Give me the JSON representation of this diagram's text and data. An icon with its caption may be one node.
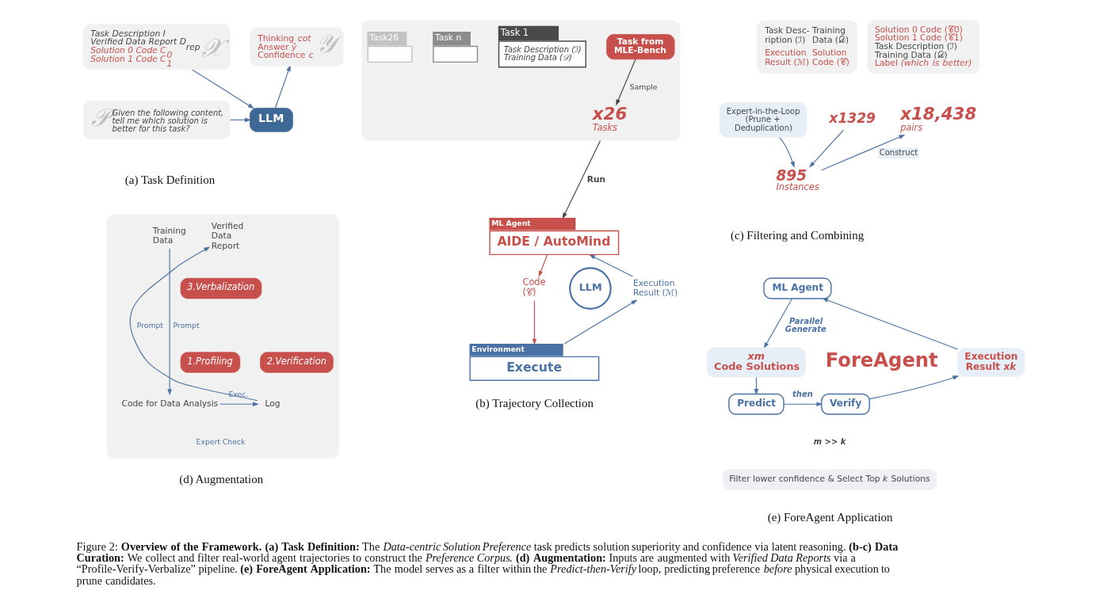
{
  "diagram": {
    "caption": "Figure 2: **Overview of the Framework.** **(a) Task Definition:** The *Data-centric Solution Preference* task predicts solution superiority and confidence via latent reasoning. **(b-c) Data Curation:** We collect and filter real-world agent trajectories to construct the *Preference Corpus*. **(d) Augmentation:** Inputs are augmented with *Verified Data Reports* via a “Profile-Verify-Verbalize” pipeline. **(e) ForeAgent Application:** The model serves as a filter within the *Predict-then-Verify* loop, predicting preference *before* physical execution to prune candidates.",
    "nodes": [
      {
        "text": [
          "Task Description I",
          "Verified Data Report D$_{rep}$",
          "Solution 0 Code C$_{0}$",
          "Solution 1 Code C$_{1}$",
          "𝒳"
        ]
      },
      {
        "text": [
          "Thinking *cot*",
          "Answer *ŷ*",
          "Confidence *c*",
          "𝒴"
        ]
      },
      {
        "text": [
          "𝒫",
          "Given the following content, tell me which solution is better for this task?"
        ]
      },
      {
        "text": [
          "LLM"
        ]
      },
      {
        "text": [],
        "shape": "box"
      },
      {
        "text": [
          "Task26"
        ],
        "in": 4
      },
      {
        "text": [
          "Task n"
        ],
        "in": 4
      },
      {
        "text": [
          "Task 1",
          "Task Description (ℐ)",
          "Training Data (𝒟)"
        ],
        "in": 4
      },
      {
        "text": [
          "Task from MLE-Bench"
        ],
        "in": 4
      },
      {
        "text": [
          "x26",
          "Tasks"
        ],
        "in": 4
      },
      {
        "text": [
          "ML Agent",
          "AIDE / AutoMind"
        ]
      },
      {
        "text": [
          "Code (𝒞)"
        ]
      },
      {
        "text": [
          "LLM"
        ]
      },
      {
        "text": [
          "Execution Result (ℳ)"
        ]
      },
      {
        "text": [
          "Environment",
          "Execute"
        ]
      },
      {
        "text": [
          "Task Desc- ription (ℐ)",
          "Training Data (𝒟)",
          "Execution Result (ℳ)",
          "Solution Code (𝒞)"
        ]
      },
      {
        "text": [
          "x1329"
        ]
      },
      {
        "text": [
          "Expert-in-the-Loop (Prune + Deduplication)"
        ]
      },
      {
        "text": [
          "895",
          "Instances"
        ]
      },
      {
        "text": [
          "Solution 0 Code (𝒞0)",
          "Solution 1 Code (𝒞1)",
          "Task Description (ℐ)",
          "Training Data (𝒟)",
          "Label *(which is better)*"
        ]
      },
      {
        "text": [
          "x18,438",
          "pairs"
        ]
      },
      {
        "text": [],
        "shape": "box"
      },
      {
        "text": [
          "Training Data"
        ],
        "in": 21
      },
      {
        "text": [
          "Verified Data Report"
        ],
        "in": 21
      },
      {
        "text": [
          "3.Verbalization"
        ],
        "in": 21
      },
      {
        "text": [
          "1.Profiling"
        ],
        "in": 21
      },
      {
        "text": [
          "2.Verification"
        ],
        "in": 21
      },
      {
        "text": [
          "Code for Data Analysis"
        ],
        "in": 21
      },
      {
        "text": [
          "Log"
        ],
        "in": 21
      },
      {
        "text": [
          "ML Agent"
        ]
      },
      {
        "text": [
          "xm",
          "Code Solutions"
        ]
      },
      {
        "text": [
          "Execution Result *xk*"
        ]
      },
      {
        "text": [
          "Predict"
        ]
      },
      {
        "text": [
          "Verify"
        ]
      },
      {
        "text": [
          "Filter lower confidence & Select Top *k* Solutions"
        ]
      }
    ],
    "edges": [
      {
        "from": 0,
        "to": 3,
        "arrow": "to"
      },
      {
        "from": 2,
        "to": 3,
        "arrow": "to"
      },
      {
        "from": 3,
        "to": 1,
        "arrow": "to"
      },
      {
        "from": 8,
        "to": 9,
        "arrow": "to",
        "label": "Sample",
        "color": "#444444"
      },
      {
        "from": 4,
        "to": 10,
        "arrow": "to",
        "label": "Run",
        "color": "#444444"
      },
      {
        "from": 10,
        "to": 11,
        "arrow": "to",
        "color": "#c8504c"
      },
      {
        "from": 11,
        "to": 14,
        "arrow": "to",
        "color": "#c8504c"
      },
      {
        "from": 14,
        "to": 13,
        "arrow": "to"
      },
      {
        "from": 13,
        "to": 10,
        "arrow": "to"
      },
      {
        "from": 16,
        "to": 18,
        "arrow": "to"
      },
      {
        "from": 17,
        "to": 18,
        "arrow": "to"
      },
      {
        "from": 18,
        "to": 20,
        "arrow": "to",
        "label": "Construct"
      },
      {
        "from": 22,
        "to": 27,
        "arrow": "to",
        "label": "Prompt"
      },
      {
        "from": 27,
        "to": 28,
        "arrow": "to",
        "label": "Exec."
      },
      {
        "from": 28,
        "to": 23,
        "arrow": "to",
        "label": "Prompt"
      },
      {
        "from": 29,
        "to": 30,
        "arrow": "to",
        "label": "Parallel Generate"
      },
      {
        "from": 30,
        "to": 32,
        "arrow": "to"
      },
      {
        "from": 32,
        "to": 33,
        "arrow": "to",
        "label": "then"
      },
      {
        "from": 33,
        "to": 31,
        "arrow": "to"
      },
      {
        "from": 31,
        "to": 29,
        "arrow": "to"
      }
    ],
    "labels": [
      "(a) Task Definition",
      "(c) Filtering and Combining",
      "Expert Check",
      "ForeAgent",
      "m >> k",
      "(d) Augmentation",
      "(b) Trajectory Collection",
      "(e) ForeAgent Application"
    ]
  }
}
